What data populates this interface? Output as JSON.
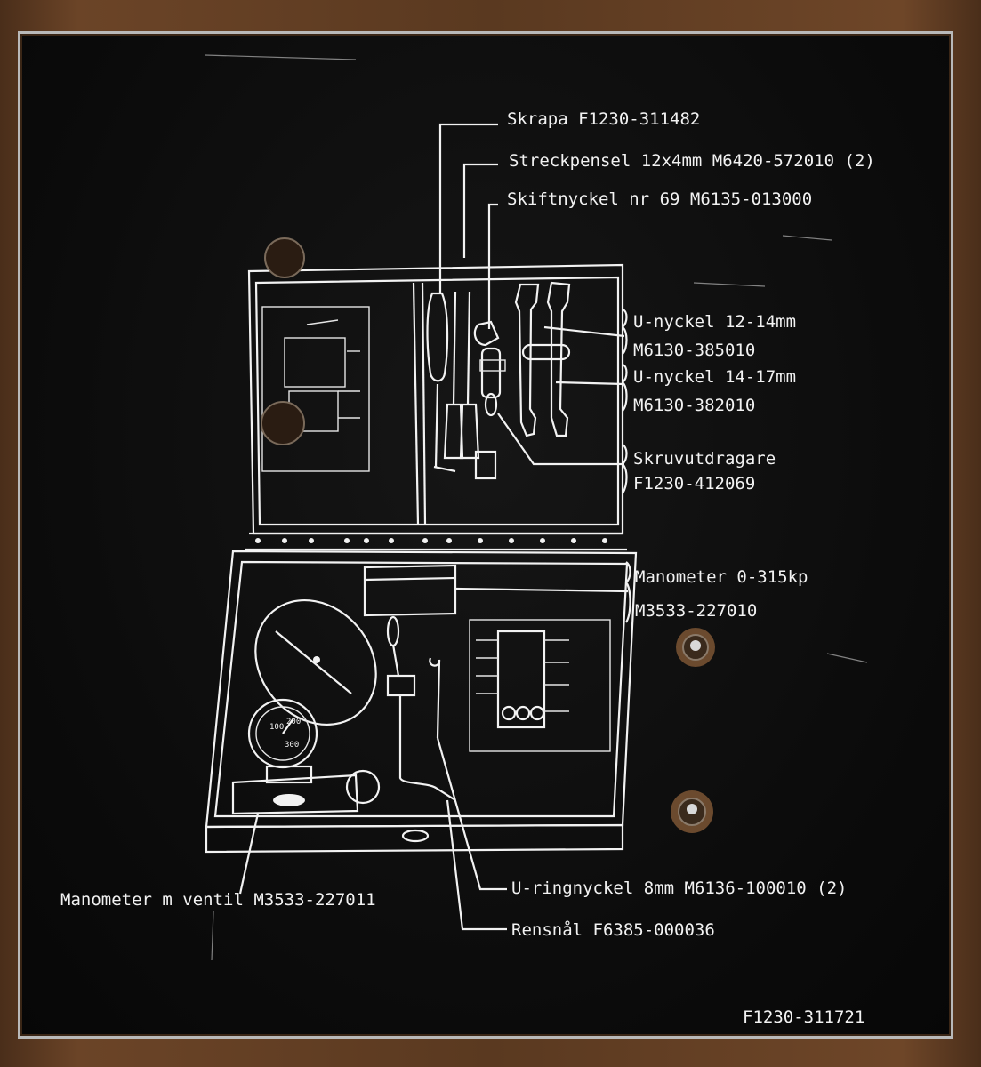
{
  "plate": {
    "code": "F1230-311721",
    "callouts": {
      "skrapa": "Skrapa F1230-311482",
      "streckpensel": "Streckpensel 12x4mm M6420-572010 (2)",
      "skiftnyckel": "Skiftnyckel nr 69 M6135-013000",
      "unyckel1_name": "U-nyckel 12-14mm",
      "unyckel1_code": "M6130-385010",
      "unyckel2_name": "U-nyckel 14-17mm",
      "unyckel2_code": "M6130-382010",
      "skruv_name": "Skruvutdragare",
      "skruv_code": "F1230-412069",
      "manometer_name": "Manometer 0-315kp",
      "manometer_code": "M3533-227010",
      "manometer_ventil": "Manometer m ventil M3533-227011",
      "uringnyckel": "U-ringnyckel 8mm M6136-100010 (2)",
      "rensnal": "Rensnål F6385-000036"
    },
    "gauge_marks": [
      "100",
      "200",
      "300"
    ]
  },
  "colors": {
    "plate": "#0b0b0b",
    "ink": "#f2f2f2",
    "border": "#b9b9b9",
    "wood": "#5a3a22"
  }
}
